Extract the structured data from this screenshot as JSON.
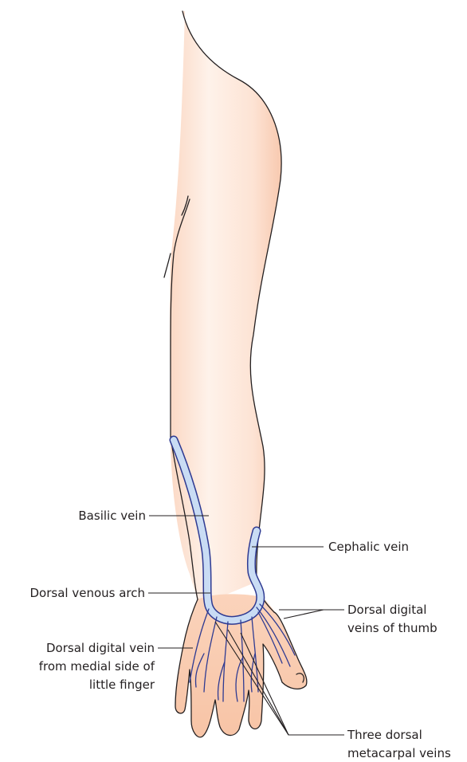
{
  "labels": {
    "basilic_vein": "Basilic vein",
    "cephalic_vein": "Cephalic vein",
    "dorsal_venous_arch": "Dorsal venous arch",
    "dorsal_digital_vein_medial": [
      "Dorsal digital vein",
      "from medial side of",
      "little finger"
    ],
    "dorsal_digital_veins_thumb": [
      "Dorsal digital",
      "veins of thumb"
    ],
    "three_dorsal_metacarpal_veins": [
      "Three dorsal",
      "metacarpal veins"
    ]
  },
  "colors": {
    "skin": "#fbd6bf",
    "skin_highlight": "#fef2ea",
    "vein_outline": "#2e3a92",
    "vein_fill": "#c9dcf4",
    "line": "#231f20"
  }
}
